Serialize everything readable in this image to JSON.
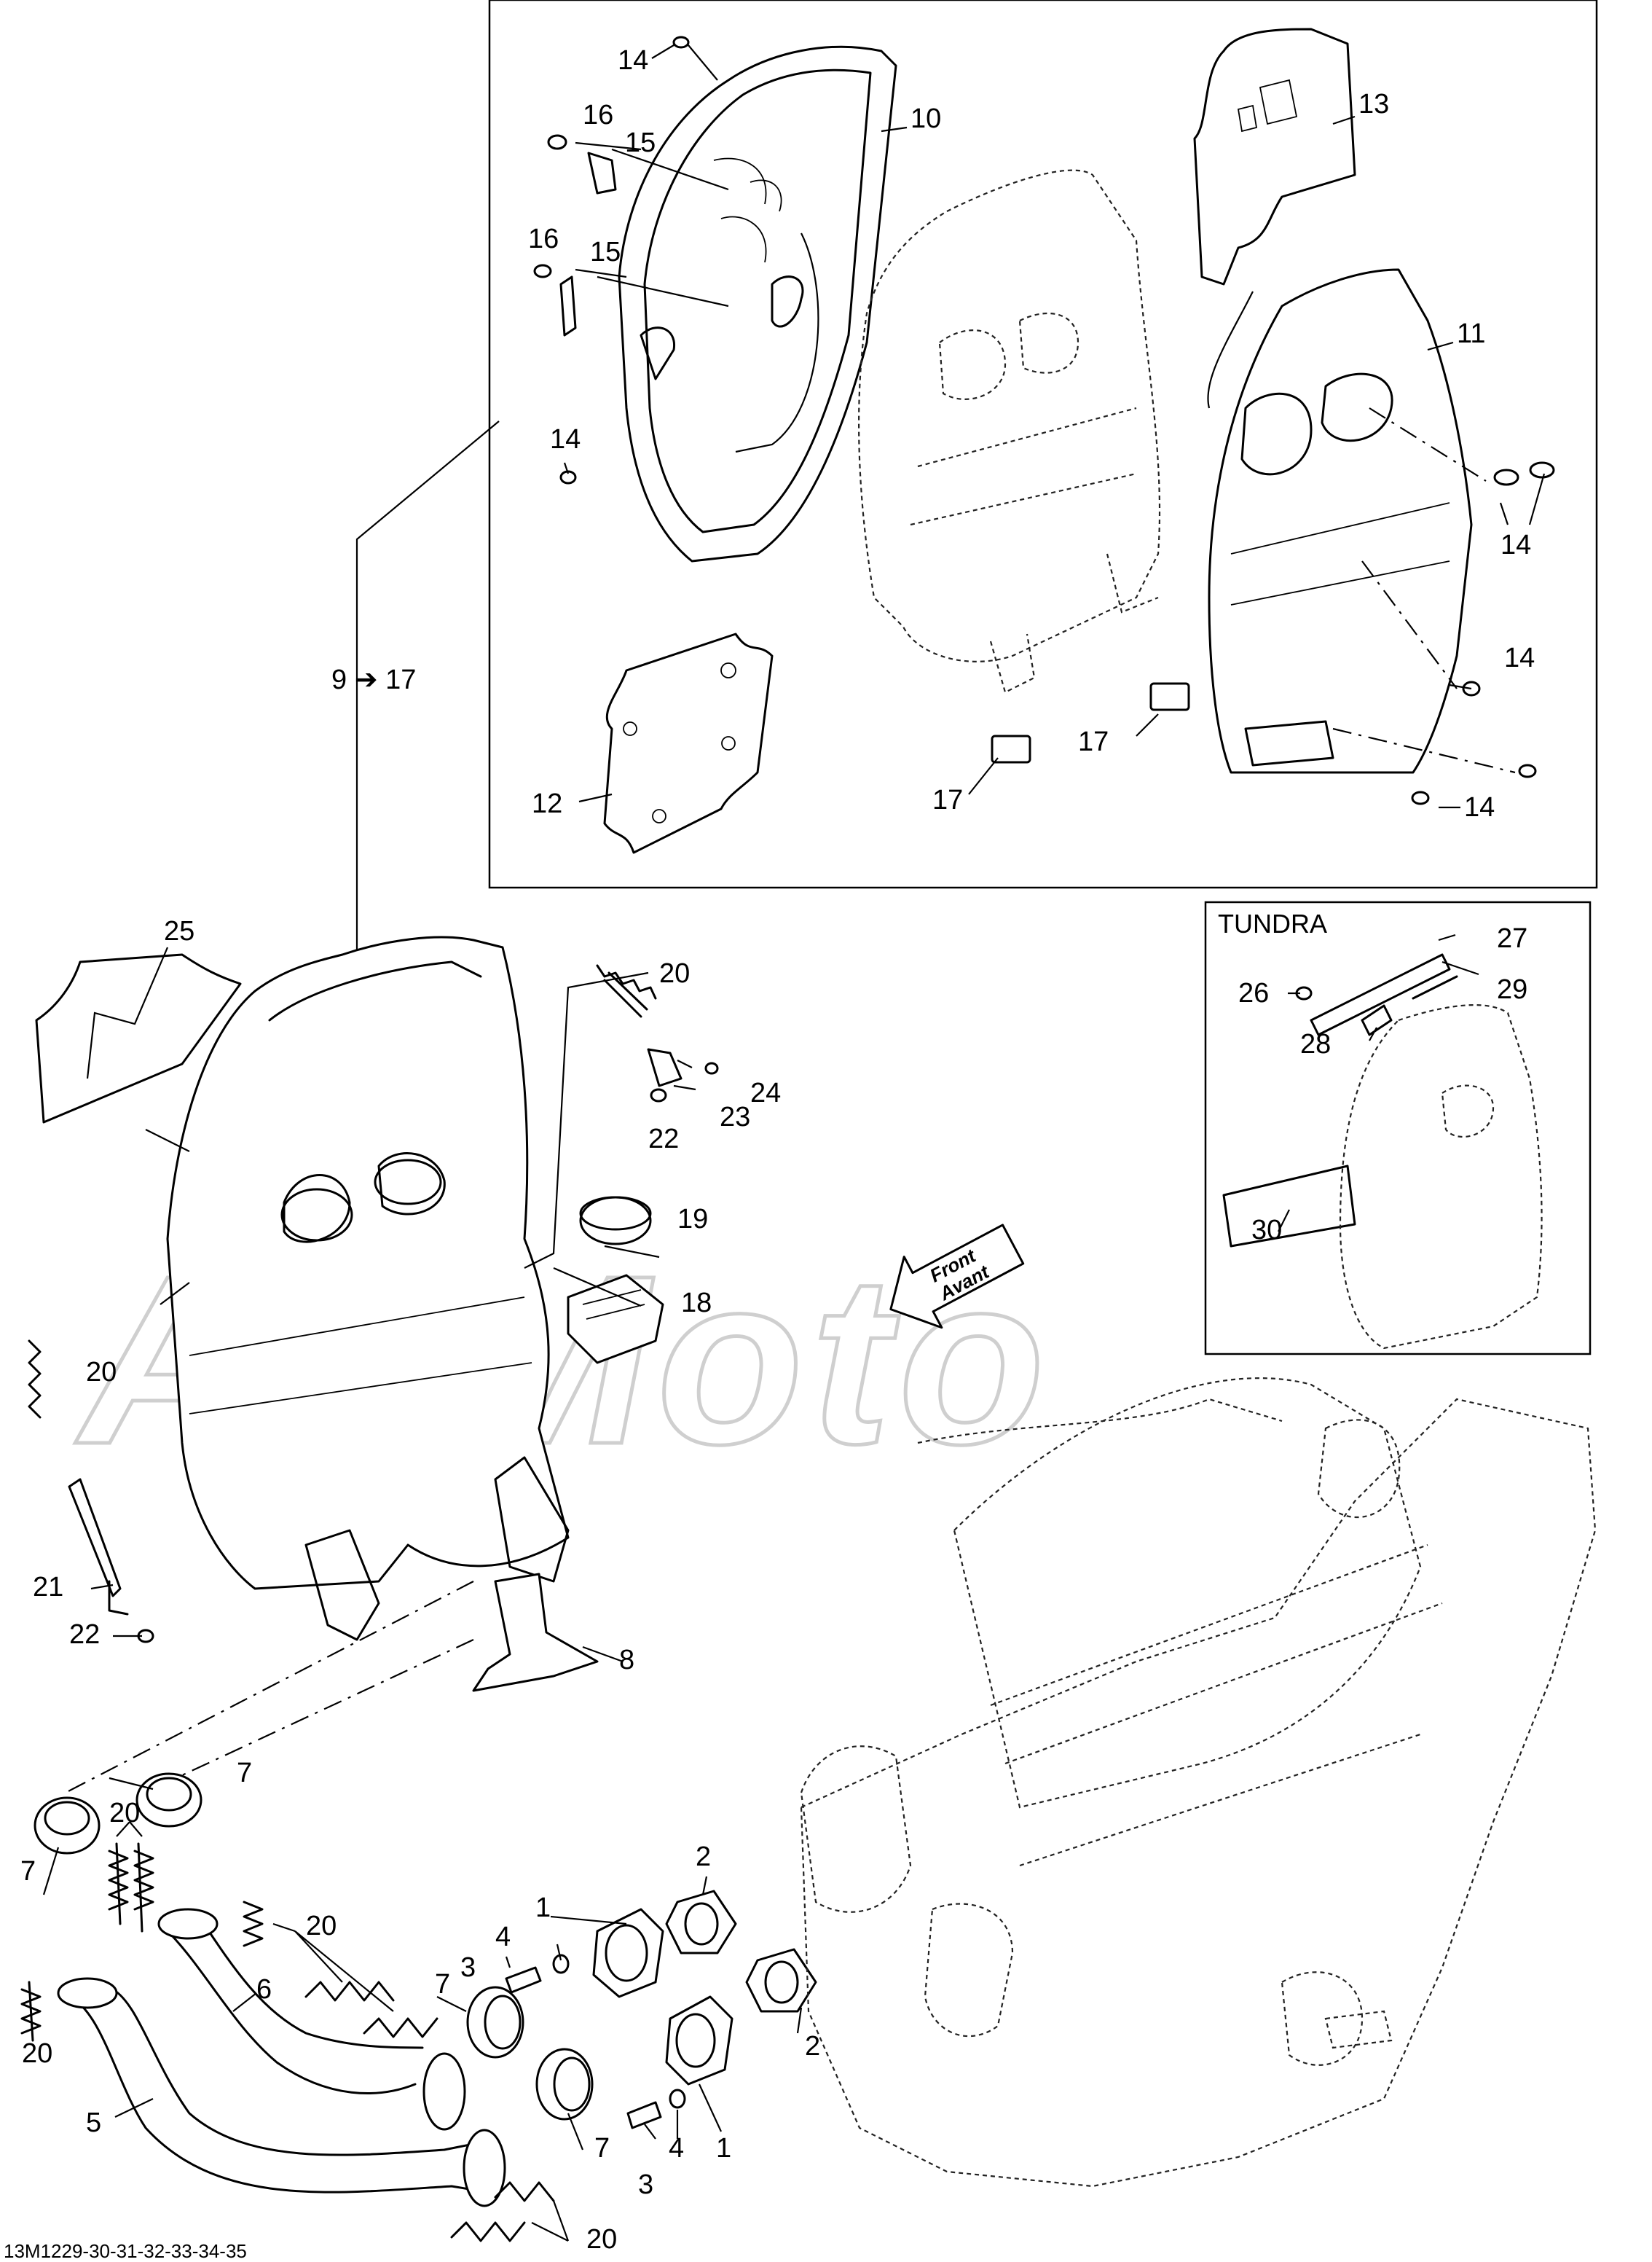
{
  "diagram": {
    "ref_code": "13M1229-30-31-32-33-34-35",
    "range_label": "9 ➔ 17",
    "inset_title": "TUNDRA",
    "direction_arrow": {
      "line1": "Front",
      "line2": "Avant"
    },
    "watermark": "ArtMoto",
    "callouts": {
      "c1a": "1",
      "c1b": "1",
      "c2a": "2",
      "c2b": "2",
      "c3a": "3",
      "c3b": "3",
      "c4a": "4",
      "c4b": "4",
      "c5": "5",
      "c6": "6",
      "c7a": "7",
      "c7b": "7",
      "c7c": "7",
      "c7d": "7",
      "c8": "8",
      "c10": "10",
      "c11": "11",
      "c12": "12",
      "c13": "13",
      "c14a": "14",
      "c14b": "14",
      "c14c": "14",
      "c14d": "14",
      "c14e": "14",
      "c15a": "15",
      "c15b": "15",
      "c16a": "16",
      "c16b": "16",
      "c17a": "17",
      "c17b": "17",
      "c18": "18",
      "c19": "19",
      "c20a": "20",
      "c20b": "20",
      "c20c": "20",
      "c20d": "20",
      "c20e": "20",
      "c20f": "20",
      "c21": "21",
      "c22a": "22",
      "c22b": "22",
      "c23": "23",
      "c24": "24",
      "c25": "25",
      "c26": "26",
      "c27": "27",
      "c28": "28",
      "c29": "29",
      "c30": "30"
    }
  }
}
